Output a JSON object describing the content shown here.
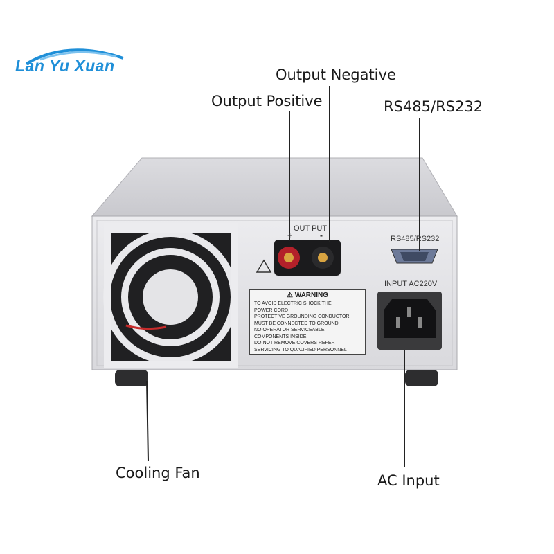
{
  "logo": {
    "brand_text": "Lan Yu Xuan",
    "brand_color": "#1f8fd8"
  },
  "callouts": {
    "output_negative": "Output Negative",
    "output_positive": "Output Positive",
    "serial_port": "RS485/RS232",
    "cooling_fan": "Cooling Fan",
    "ac_input": "AC Input"
  },
  "panel": {
    "output_label": "OUT PUT",
    "plus_sign": "+",
    "minus_sign": "-",
    "serial_label": "RS485/RS232",
    "input_label": "INPUT AC220V",
    "warning_title": "WARNING",
    "warning_lines": [
      "TO AVOID ELECTRIC SHOCK THE",
      "POWER CORD",
      "PROTECTIVE GROUNDING CONDUCTOR",
      "MUST BE CONNECTED TO GROUND",
      "NO OPERATOR SERVICEABLE",
      "COMPONENTS INSIDE",
      "DO NOT REMOVE COVERS REFER",
      "SERVICING TO QUALIFIED PERSONNEL"
    ]
  }
}
